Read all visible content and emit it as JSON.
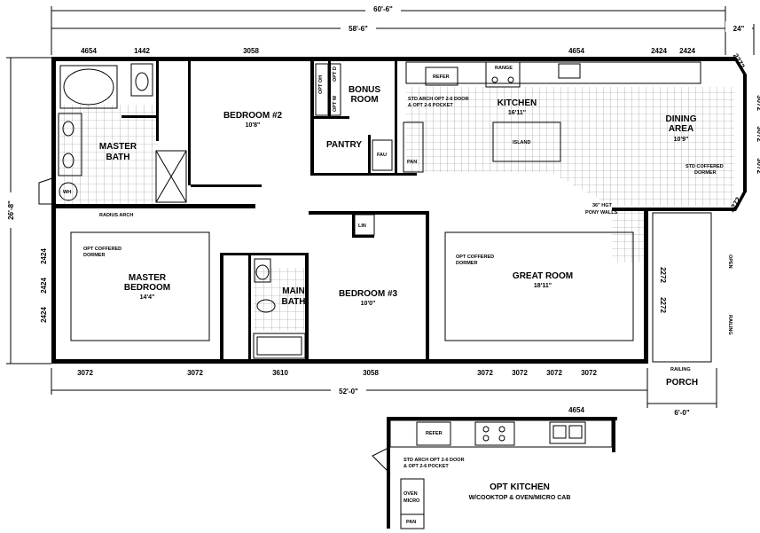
{
  "overall": {
    "total_width": "60'-6\"",
    "house_width": "58'-6\"",
    "overhang": "24\"",
    "depth": "26'-8\"",
    "bottom_width": "52'-0\"",
    "porch_width": "6'-0\""
  },
  "rooms": {
    "master_bath": [
      "MASTER",
      "BATH"
    ],
    "bedroom2": [
      "BEDROOM #2",
      "10'8\""
    ],
    "bonus_room": [
      "BONUS",
      "ROOM"
    ],
    "kitchen": [
      "KITCHEN",
      "16'11\""
    ],
    "dining": [
      "DINING",
      "AREA",
      "10'9\""
    ],
    "pantry": "PANTRY",
    "master_bedroom": [
      "MASTER",
      "BEDROOM",
      "14'4\""
    ],
    "main_bath": [
      "MAIN",
      "BATH"
    ],
    "bedroom3": [
      "BEDROOM #3",
      "10'0\""
    ],
    "great_room": [
      "GREAT ROOM",
      "18'11\""
    ],
    "porch": "PORCH"
  },
  "fixtures": {
    "wh": "WH",
    "lin": "LIN",
    "fau": "FAU",
    "pan": "PAN",
    "refer": "REFER",
    "range": "RANGE",
    "island": "ISLAND",
    "opt_oh": "OPT OH",
    "opt_d": "OPT D",
    "opt_w": "OPT W"
  },
  "notes": {
    "radius_arch": "RADIUS ARCH",
    "std_arch": [
      "STD ARCH OPT 2-6 DOOR",
      "& OPT 2-6 POCKET"
    ],
    "std_coffered": [
      "STD COFFERED",
      "DORMER"
    ],
    "pony_walls": [
      "36\" HGT",
      "PONY WALLS"
    ],
    "opt_coffered": [
      "OPT COFFERED",
      "DORMER"
    ],
    "open": "OPEN",
    "railing": "RAILING"
  },
  "windows": {
    "top": [
      "4654",
      "1442",
      "3058",
      "4654",
      "2424",
      "2424"
    ],
    "right": [
      "2272",
      "3072",
      "3072",
      "3072",
      "2272"
    ],
    "left": [
      "2424",
      "2424",
      "2424"
    ],
    "bottom": [
      "3072",
      "3072",
      "3610",
      "3058",
      "3072",
      "3072",
      "3072",
      "3072"
    ],
    "great_room_side": [
      "2272",
      "2272"
    ]
  },
  "opt_kitchen": {
    "title": "OPT KITCHEN",
    "subtitle": "W/COOKTOP & OVEN/MICRO CAB",
    "window": "4654",
    "refer": "REFER",
    "oven": [
      "OVEN",
      "MICRO"
    ],
    "pan": "PAN",
    "note": [
      "STD ARCH OPT 2-6 DOOR",
      "& OPT 2-6 POCKET"
    ]
  }
}
